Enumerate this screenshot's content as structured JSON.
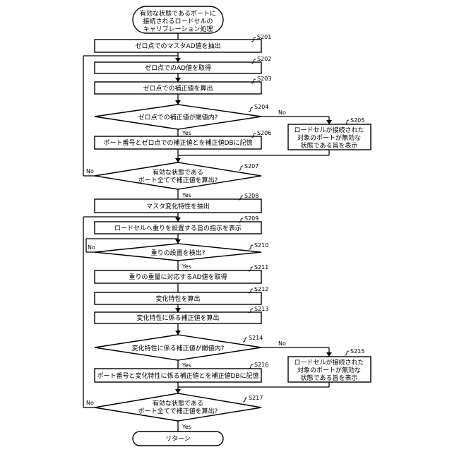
{
  "start": {
    "lines": [
      "有効な状態であるポートに",
      "接続されるロードセルの",
      "キャリブレーション処理"
    ]
  },
  "steps": {
    "s201": {
      "label": "S201",
      "text": "ゼロ点でのマスタAD値を抽出"
    },
    "s202": {
      "label": "S202",
      "text": "ゼロ点でのAD値を取得"
    },
    "s203": {
      "label": "S203",
      "text": "ゼロ点での補正値を算出"
    },
    "s204": {
      "label": "S204",
      "text": "ゼロ点での補正値が閾値内?"
    },
    "s205": {
      "label": "S205",
      "lines": [
        "ロードセルが接続された",
        "対象のポートが無効な",
        "状態である旨を表示"
      ]
    },
    "s206": {
      "label": "S206",
      "text": "ポート番号とゼロ点での補正値とを補正値DBに記憶"
    },
    "s207": {
      "label": "S207",
      "lines": [
        "有効な状態である",
        "ポート全てで補正値を算出?"
      ]
    },
    "s208": {
      "label": "S208",
      "text": "マスタ変化特性を抽出"
    },
    "s209": {
      "label": "S209",
      "text": "ロードセルへ重りを設置する旨の指示を表示"
    },
    "s210": {
      "label": "S210",
      "text": "重りの設置を検出?"
    },
    "s211": {
      "label": "S211",
      "text": "重りの重量に対応するAD値を取得"
    },
    "s212": {
      "label": "S212",
      "text": "変化特性を算出"
    },
    "s213": {
      "label": "S213",
      "text": "変化特性に係る補正値を算出"
    },
    "s214": {
      "label": "S214",
      "text": "変化特性に係る補正値が閾値内?"
    },
    "s215": {
      "label": "S215",
      "lines": [
        "ロードセルが接続された",
        "対象のポートが無効な",
        "状態である旨を表示"
      ]
    },
    "s216": {
      "label": "S216",
      "text": "ポート番号と変化特性に係る補正値とを補正値DBに記憶"
    },
    "s217": {
      "label": "S217",
      "lines": [
        "有効な状態である",
        "ポート全てで補正値を算出?"
      ]
    }
  },
  "end": {
    "text": "リターン"
  },
  "branch_labels": {
    "yes": "Yes",
    "no": "No"
  }
}
